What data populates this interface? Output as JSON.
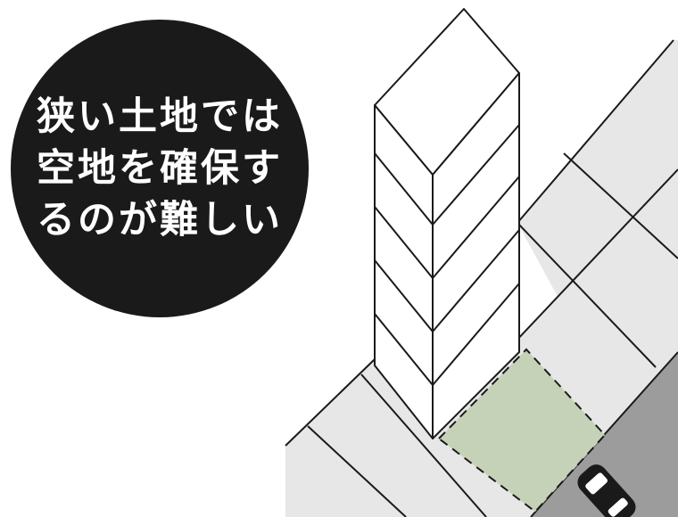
{
  "caption": {
    "line1": "狭い土地では",
    "line2": "空地を確保す",
    "line3": "るのが難しい"
  },
  "colors": {
    "background": "#ffffff",
    "badge": "#1a1a1a",
    "badge_text": "#ffffff",
    "ground": "#e6e7e6",
    "road": "#9c9c9c",
    "open_space": "#c6d2b7",
    "building": "#ffffff",
    "stroke": "#1a1a1a"
  },
  "icons": [
    "building-tower-icon",
    "car-icon"
  ]
}
